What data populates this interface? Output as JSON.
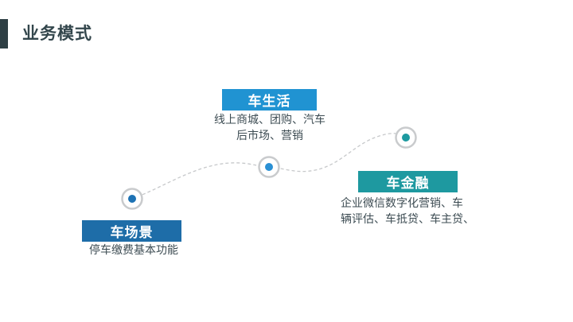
{
  "slide": {
    "title": "业务模式",
    "colors": {
      "title_text": "#33464c",
      "accent_bar": "#2e3f44",
      "body_text": "#3d4c53",
      "connector": "#c7c9cb",
      "node_ring": "#c9cbcd",
      "background": "#ffffff"
    }
  },
  "nodes": [
    {
      "id": "car-scene",
      "label": "车场景",
      "desc_lines": [
        "停车缴费基本功能"
      ],
      "box_color": "#1e6da8",
      "dot_color": "#1d72b4"
    },
    {
      "id": "car-life",
      "label": "车生活",
      "desc_lines": [
        "线上商城、团购、汽车",
        "后市场、营销"
      ],
      "box_color": "#2093d2",
      "dot_color": "#2a90d4"
    },
    {
      "id": "car-finance",
      "label": "车金融",
      "desc_lines": [
        "企业微信数字化营销、车",
        "辆评估、车抵贷、车主贷、"
      ],
      "box_color": "#1e99a0",
      "dot_color": "#1d9aa0"
    }
  ]
}
